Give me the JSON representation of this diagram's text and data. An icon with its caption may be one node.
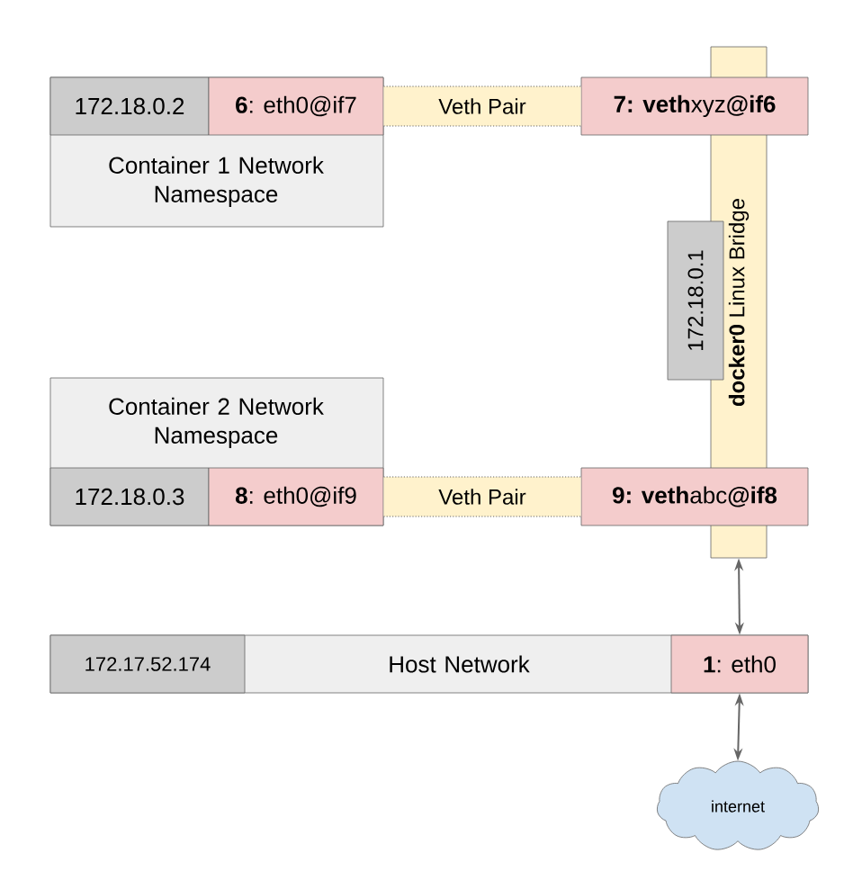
{
  "diagram": {
    "nodes": [
      {
        "text": [
          "Container 1 Network Namespace"
        ]
      },
      {
        "text": [
          "172.18.0.2"
        ],
        "in": 0
      },
      {
        "text": [
          "**6**: eth0@if7"
        ],
        "in": 0
      },
      {
        "text": [
          "**docker0** Linux Bridge"
        ]
      },
      {
        "text": [
          "**7: veth**xyz**@if6**"
        ]
      },
      {
        "text": [
          "172.18.0.1"
        ]
      },
      {
        "text": [
          "Container 2 Network Namespace"
        ]
      },
      {
        "text": [
          "172.18.0.3"
        ],
        "in": 6
      },
      {
        "text": [
          "**8**: eth0@if9"
        ],
        "in": 6
      },
      {
        "text": [
          "**9: veth**abc**@if8**"
        ]
      },
      {
        "text": [
          "Host Network"
        ]
      },
      {
        "text": [
          "172.17.52.174"
        ],
        "in": 10
      },
      {
        "text": [
          "**1**: eth0"
        ],
        "in": 10
      },
      {
        "text": [
          "internet"
        ]
      }
    ],
    "edges": [
      {
        "from": 2,
        "to": 4,
        "arrow": "none",
        "label": "Veth Pair",
        "style": "thick"
      },
      {
        "from": 8,
        "to": 9,
        "arrow": "none",
        "label": "Veth Pair",
        "style": "thick"
      },
      {
        "from": 3,
        "to": 12,
        "arrow": "both",
        "color": "#666666"
      },
      {
        "from": 12,
        "to": 13,
        "arrow": "both",
        "color": "#666666"
      }
    ]
  }
}
